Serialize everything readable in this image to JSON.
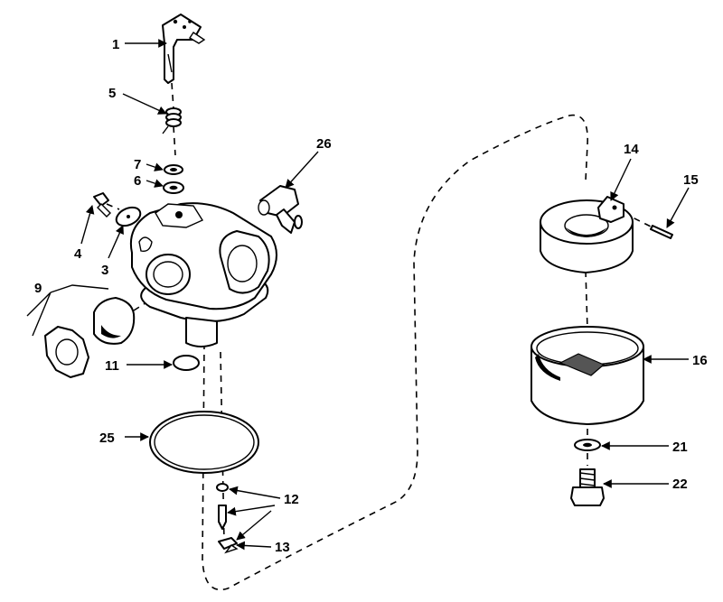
{
  "labels": {
    "l1": "1",
    "l3": "3",
    "l4": "4",
    "l5": "5",
    "l6": "6",
    "l7": "7",
    "l9": "9",
    "l11": "11",
    "l12": "12",
    "l13": "13",
    "l14": "14",
    "l15": "15",
    "l16": "16",
    "l21": "21",
    "l22": "22",
    "l25": "25",
    "l26": "26"
  }
}
